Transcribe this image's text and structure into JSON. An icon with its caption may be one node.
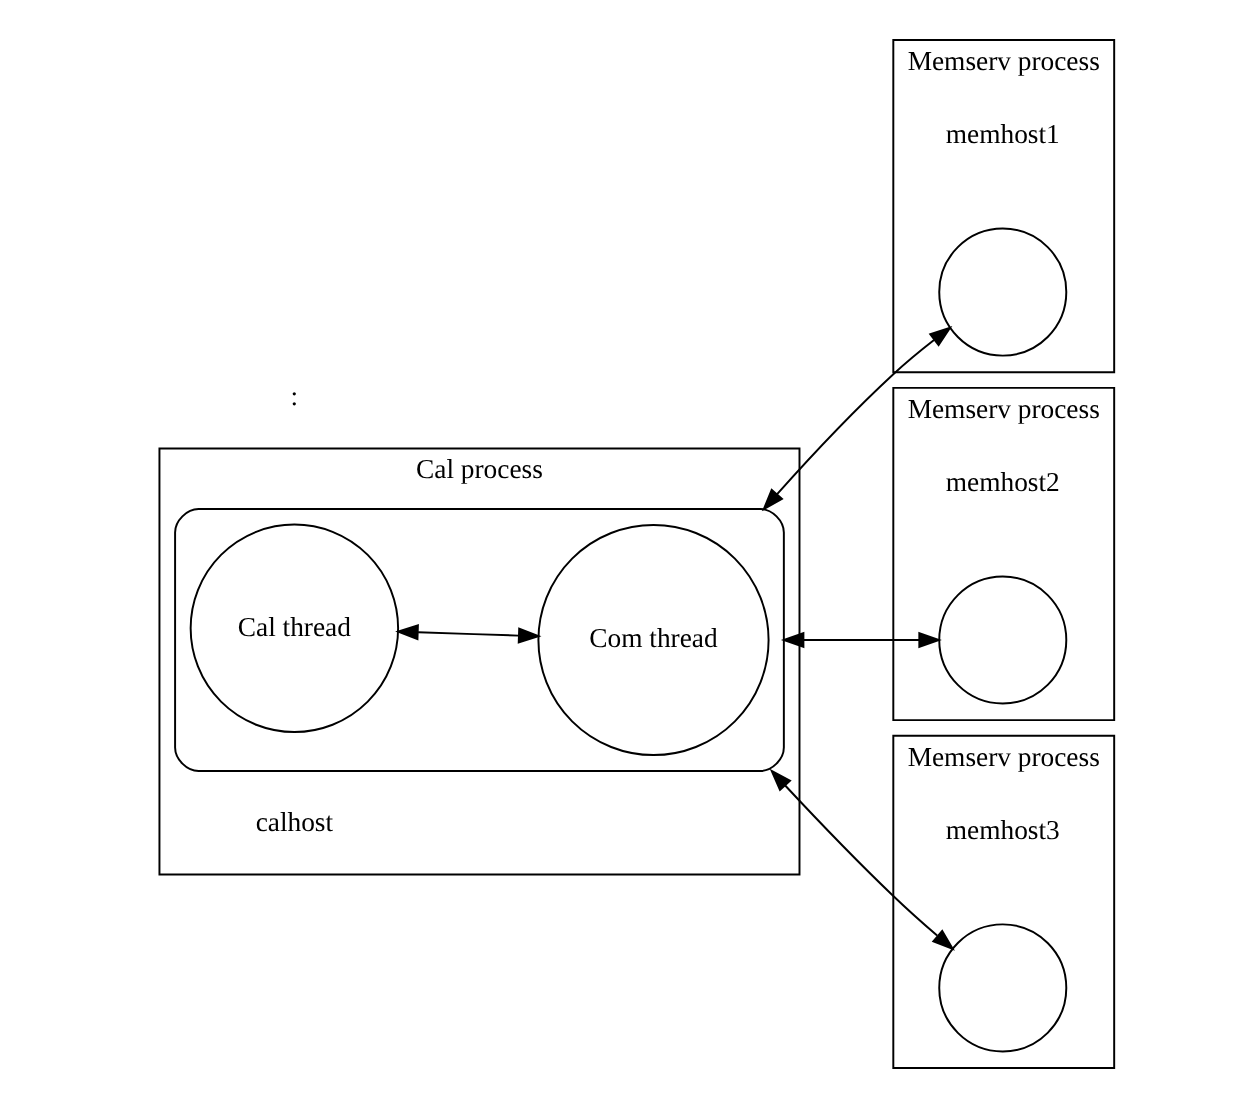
{
  "diagram": {
    "nodes": [
      {
        "text": [
          "Cal process"
        ],
        "beside": [
          "calhost"
        ]
      },
      {
        "text": [],
        "shape": "ellipse",
        "in": 0
      },
      {
        "text": [
          "Cal thread"
        ],
        "in": 1
      },
      {
        "text": [
          "Com thread"
        ],
        "in": 1
      },
      {
        "text": [
          "Memserv process"
        ],
        "beside": [
          "memhost1"
        ]
      },
      {
        "text": [],
        "shape": "circle",
        "in": 4
      },
      {
        "text": [
          "Memserv process"
        ],
        "beside": [
          "memhost2"
        ]
      },
      {
        "text": [],
        "shape": "circle",
        "in": 6
      },
      {
        "text": [
          "Memserv process"
        ],
        "beside": [
          "memhost3"
        ]
      },
      {
        "text": [],
        "shape": "circle",
        "in": 8
      }
    ],
    "edges": [
      {
        "from": 2,
        "to": 3,
        "arrow": "both"
      },
      {
        "from": 1,
        "to": 5,
        "arrow": "both"
      },
      {
        "from": 1,
        "to": 7,
        "arrow": "both"
      },
      {
        "from": 1,
        "to": 9,
        "arrow": "both"
      }
    ],
    "labels": [
      ":"
    ]
  }
}
